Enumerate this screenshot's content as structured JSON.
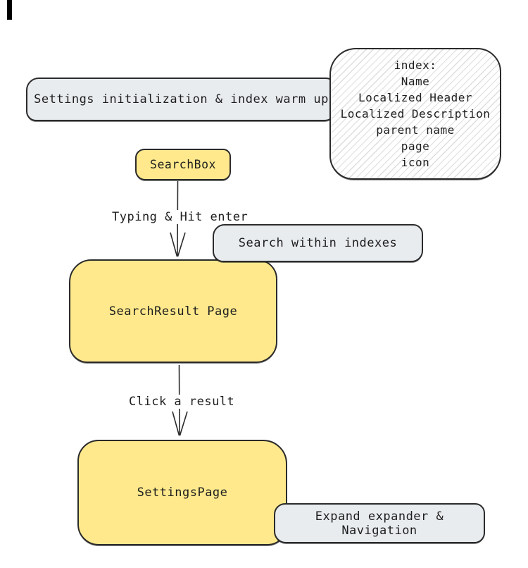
{
  "diagram": {
    "background": "#ffffff",
    "stroke_color": "#2b2b2b",
    "text_color": "#1e1e1e",
    "yellow_fill": "#ffe98c",
    "gray_fill": "#e9ecef",
    "hatch_fill": "#ffffff",
    "nodes": {
      "settings_init": {
        "label": "Settings initialization & index warm up",
        "fill": "gray"
      },
      "index_note": {
        "fill": "hatched",
        "lines": [
          "index:",
          "Name",
          "Localized Header",
          "Localized Description",
          "parent name",
          "page",
          "icon"
        ]
      },
      "search_box": {
        "label": "SearchBox",
        "fill": "yellow"
      },
      "search_within_indexes": {
        "label": "Search within indexes",
        "fill": "gray"
      },
      "search_result_page": {
        "label": "SearchResult Page",
        "fill": "yellow"
      },
      "settings_page": {
        "label": "SettingsPage",
        "fill": "yellow"
      },
      "expand_navigation": {
        "label": "Expand expander & Navigation",
        "fill": "gray"
      }
    },
    "edges": [
      {
        "from": "search_box",
        "to": "search_result_page",
        "label": "Typing & Hit enter"
      },
      {
        "from": "search_result_page",
        "to": "settings_page",
        "label": "Click a result"
      }
    ]
  }
}
